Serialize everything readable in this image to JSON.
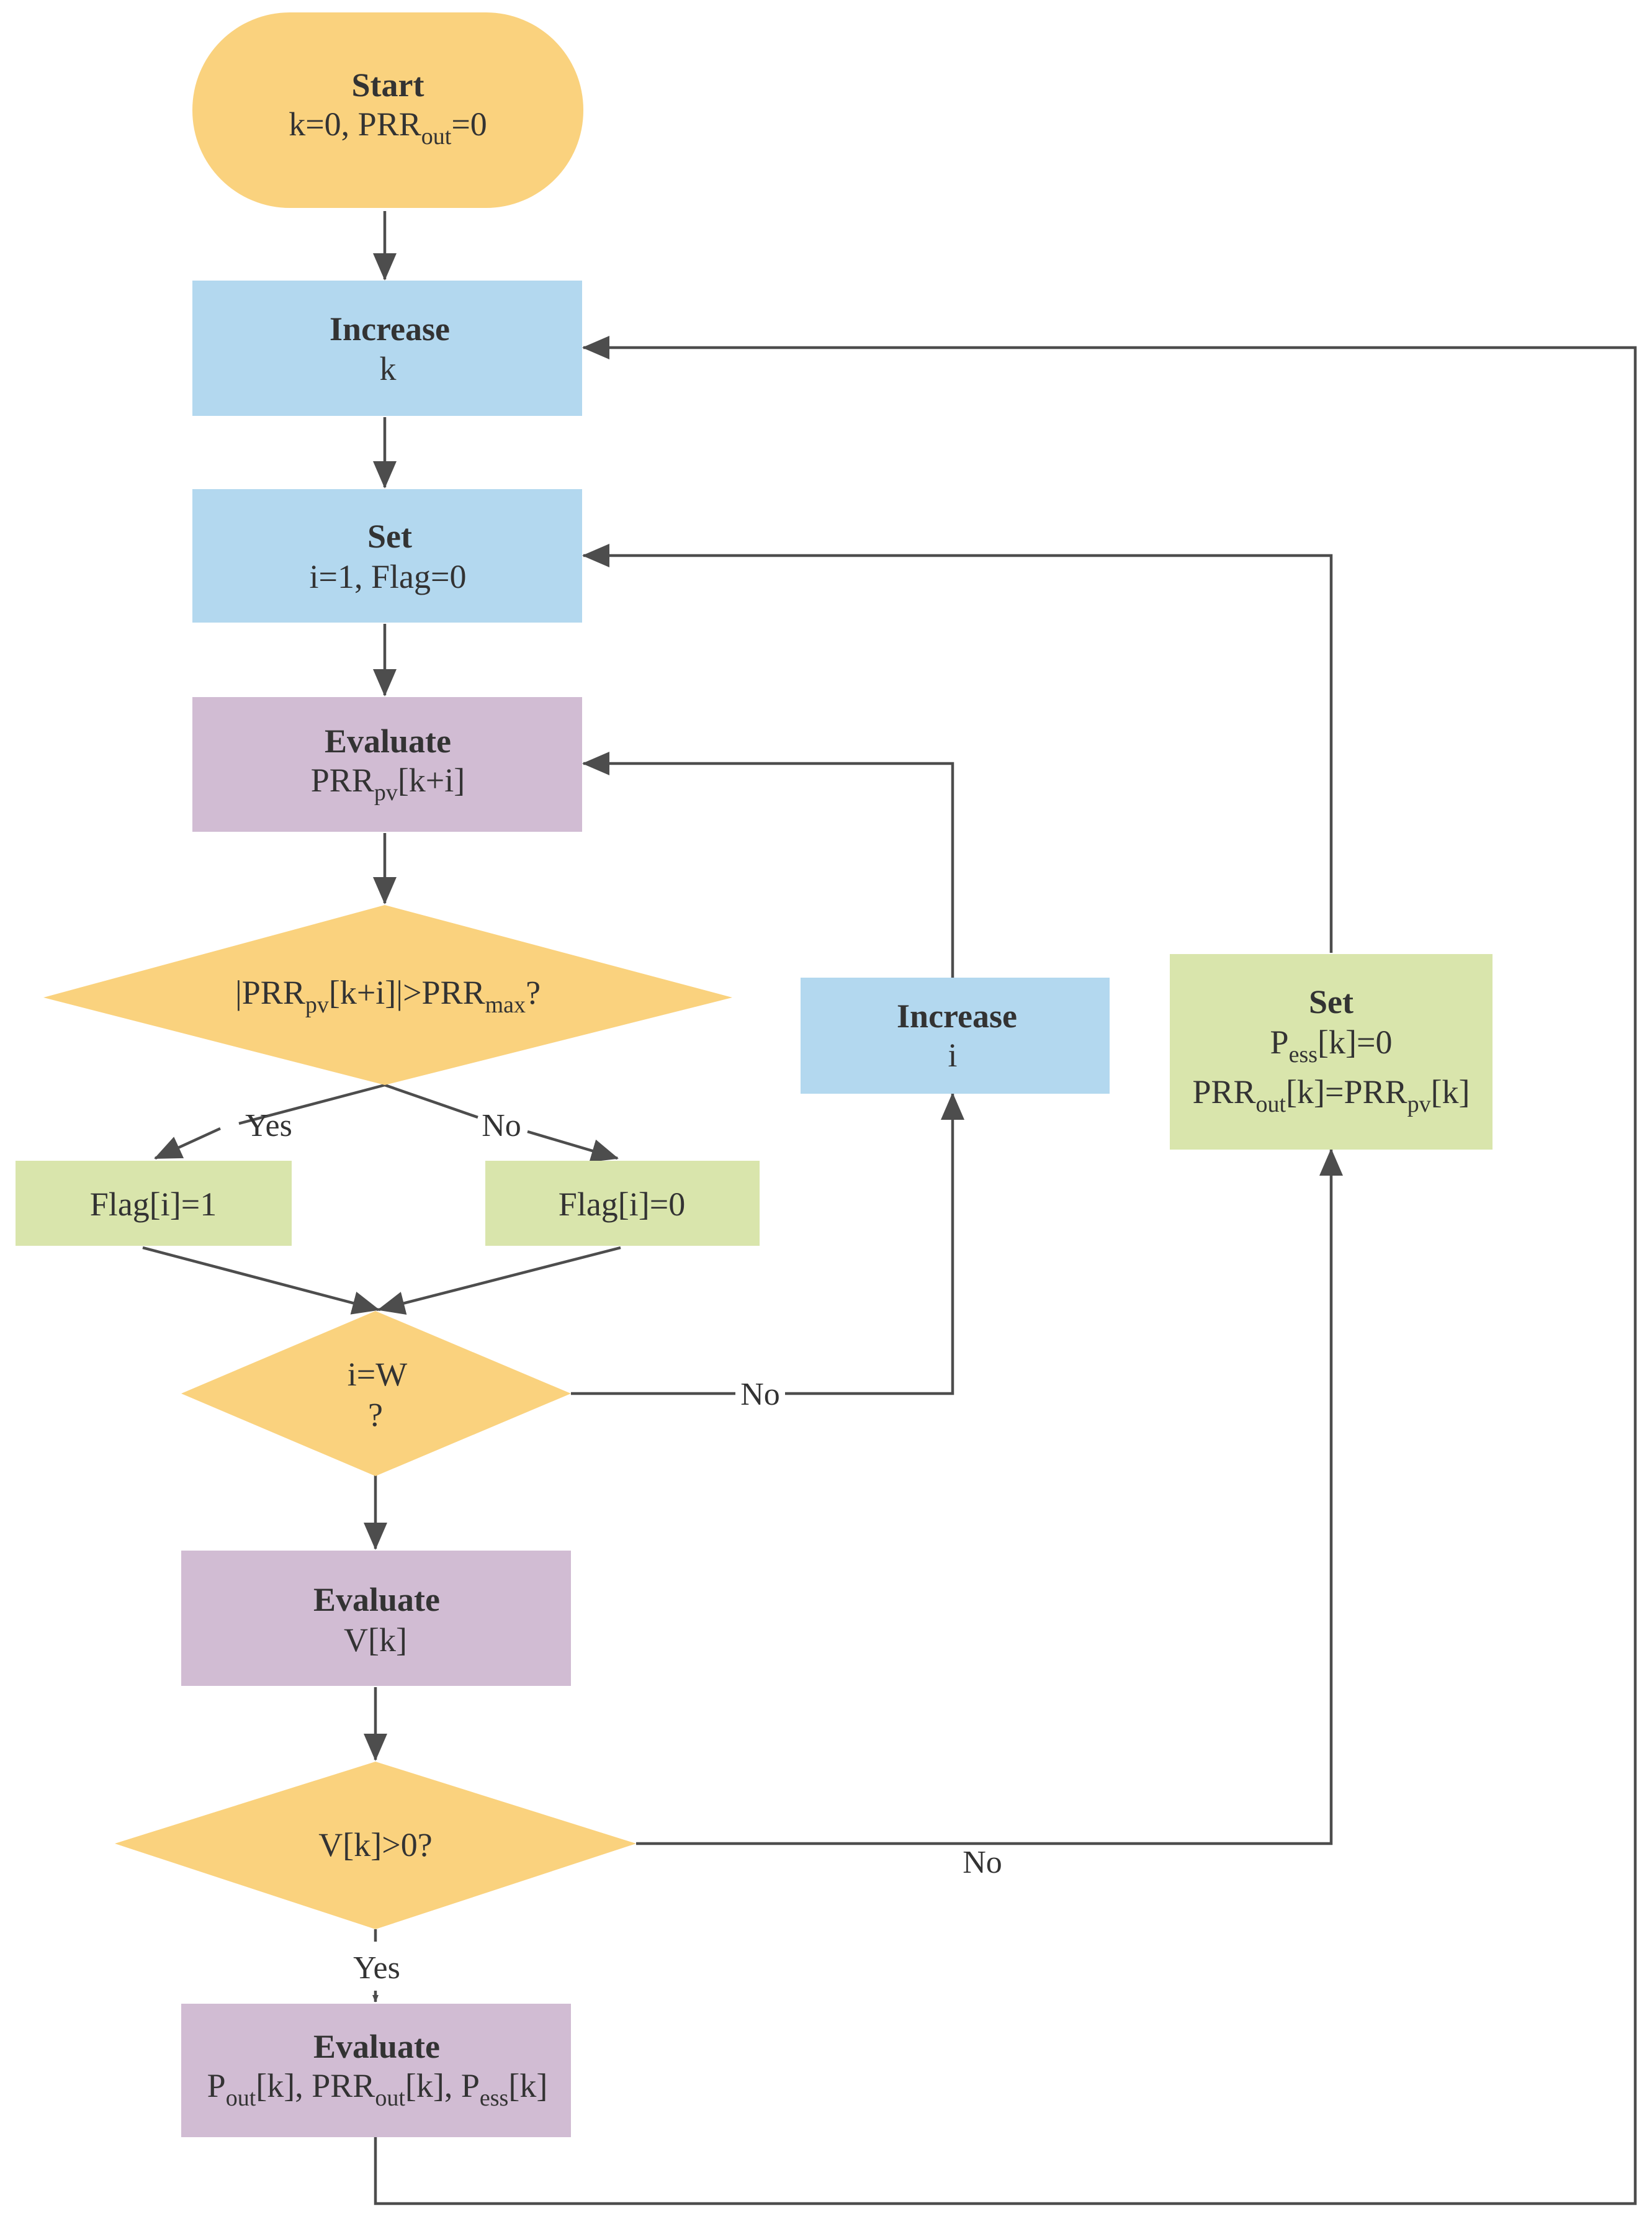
{
  "colors": {
    "terminal": "#FAD27E",
    "decision": "#FAD27E",
    "process_blue": "#B3D8EF",
    "process_purple": "#D1BCD3",
    "process_green": "#D9E5AC",
    "line": "#4D4D4D",
    "text": "#333333"
  },
  "nodes": {
    "start": {
      "title": "Start",
      "line1": {
        "a": "k=0, PRR",
        "sub": "out",
        "b": "=0"
      }
    },
    "increase_k": {
      "title": "Increase",
      "line1": "k"
    },
    "set_i": {
      "title": "Set",
      "line1": "i=1, Flag=0"
    },
    "evaluate_prr": {
      "title": "Evaluate",
      "line1": {
        "a": "PRR",
        "sub": "pv",
        "b": "[k+i]"
      }
    },
    "decision_prr": {
      "a": "|PRR",
      "sub1": "pv",
      "b": "[k+i]|>PRR",
      "sub2": "max",
      "c": "?"
    },
    "flag1": {
      "text": "Flag[i]=1"
    },
    "flag0": {
      "text": "Flag[i]=0"
    },
    "decision_iw": {
      "line1": "i=W",
      "line2": "?"
    },
    "increase_i": {
      "title": "Increase",
      "line1": "i"
    },
    "evaluate_v": {
      "title": "Evaluate",
      "line1": "V[k]"
    },
    "decision_v": {
      "text": "V[k]>0?"
    },
    "evaluate_out": {
      "title": "Evaluate",
      "line1": {
        "a": "P",
        "sub1": "out",
        "b": "[k], PRR",
        "sub2": "out",
        "c": "[k], P",
        "sub3": "ess",
        "d": "[k]"
      }
    },
    "set_ess": {
      "title": "Set",
      "line1": {
        "a": "P",
        "sub": "ess",
        "b": "[k]=0"
      },
      "line2": {
        "a": "PRR",
        "sub1": "out",
        "b": "[k]=PRR",
        "sub2": "pv",
        "c": "[k]"
      }
    }
  },
  "edge_labels": {
    "yes_prr": "Yes",
    "no_prr": "No",
    "no_iw": "No",
    "no_v": "No",
    "yes_v": "Yes"
  }
}
